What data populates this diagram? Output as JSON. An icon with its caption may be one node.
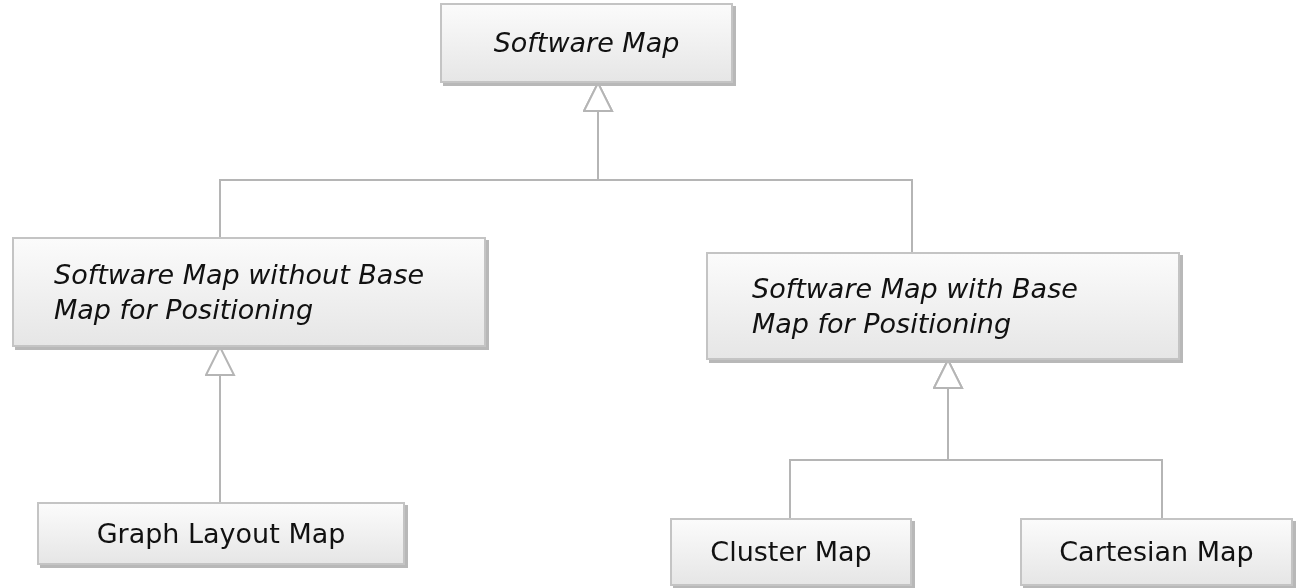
{
  "diagram": {
    "nodes": [
      {
        "text": [
          "Software Map"
        ]
      },
      {
        "text": [
          "Software Map without Base Map for Positioning"
        ]
      },
      {
        "text": [
          "Software Map with Base Map for Positioning"
        ]
      },
      {
        "text": [
          "Graph Layout Map"
        ]
      },
      {
        "text": [
          "Cluster Map"
        ]
      },
      {
        "text": [
          "Cartesian Map"
        ]
      }
    ],
    "edges": [
      {
        "from": 1,
        "to": 0,
        "arrow": "to"
      },
      {
        "from": 2,
        "to": 0,
        "arrow": "to"
      },
      {
        "from": 3,
        "to": 1,
        "arrow": "to"
      },
      {
        "from": 4,
        "to": 2,
        "arrow": "to"
      },
      {
        "from": 5,
        "to": 2,
        "arrow": "to"
      }
    ]
  }
}
